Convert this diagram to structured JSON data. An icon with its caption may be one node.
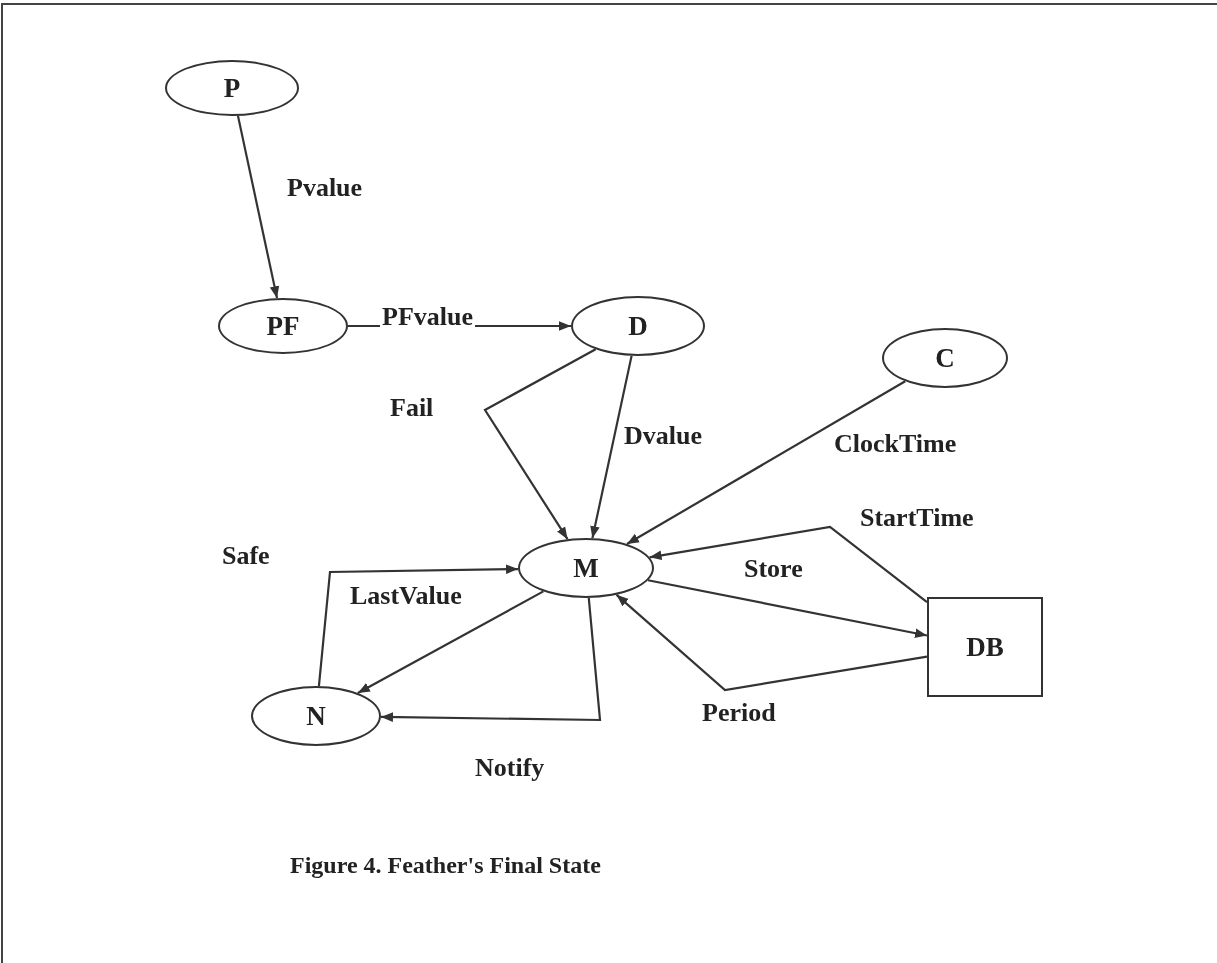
{
  "diagram": {
    "caption": "Figure 4. Feather's Final State",
    "nodes": [
      {
        "text": [
          "P"
        ]
      },
      {
        "text": [
          "PF"
        ]
      },
      {
        "text": [
          "D"
        ]
      },
      {
        "text": [
          "C"
        ]
      },
      {
        "text": [
          "M"
        ]
      },
      {
        "text": [
          "N"
        ]
      },
      {
        "text": [
          "DB"
        ]
      }
    ],
    "edges": [
      {
        "from": 0,
        "to": 1,
        "arrow": "to",
        "label": "Pvalue"
      },
      {
        "from": 1,
        "to": 2,
        "arrow": "to",
        "label": "PFvalue"
      },
      {
        "from": 2,
        "to": 4,
        "arrow": "to",
        "label": "Fail"
      },
      {
        "from": 2,
        "to": 4,
        "arrow": "to",
        "label": "Dvalue"
      },
      {
        "from": 3,
        "to": 4,
        "arrow": "to",
        "label": "ClockTime"
      },
      {
        "from": 6,
        "to": 4,
        "arrow": "to",
        "label": "StartTime"
      },
      {
        "from": 5,
        "to": 4,
        "arrow": "to",
        "label": "Safe"
      },
      {
        "from": 4,
        "to": 6,
        "arrow": "to",
        "label": "Store"
      },
      {
        "from": 4,
        "to": 5,
        "arrow": "to",
        "label": "LastValue"
      },
      {
        "from": 4,
        "to": 5,
        "arrow": "to",
        "label": "Notify"
      },
      {
        "from": 6,
        "to": 4,
        "arrow": "to",
        "label": "Period"
      }
    ]
  }
}
